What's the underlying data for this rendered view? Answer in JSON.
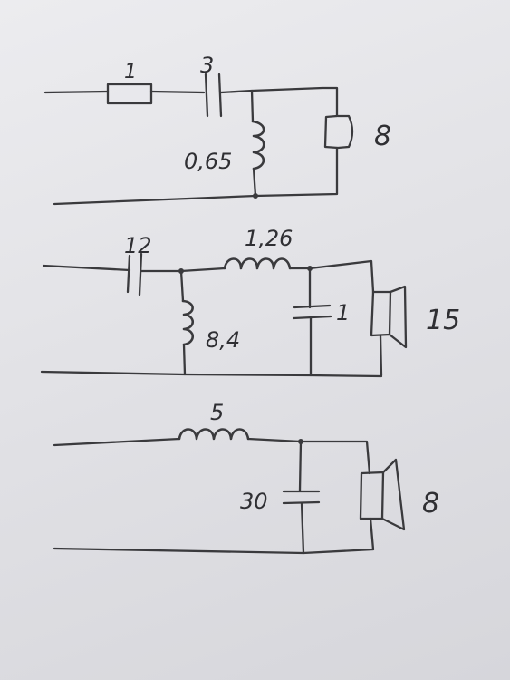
{
  "circuits": [
    {
      "resistor_label": "1",
      "capacitor_label": "3",
      "inductor_label": "0,65",
      "speaker_label": "8"
    },
    {
      "capacitor_label": "12",
      "series_inductor_label": "1,26",
      "shunt_inductor_label": "8,4",
      "shunt_capacitor_label": "1",
      "speaker_label": "15"
    },
    {
      "inductor_label": "5",
      "capacitor_label": "30",
      "speaker_label": "8"
    }
  ],
  "colors": {
    "paper": "#e6e6ea",
    "ink": "#3a3a3d"
  }
}
